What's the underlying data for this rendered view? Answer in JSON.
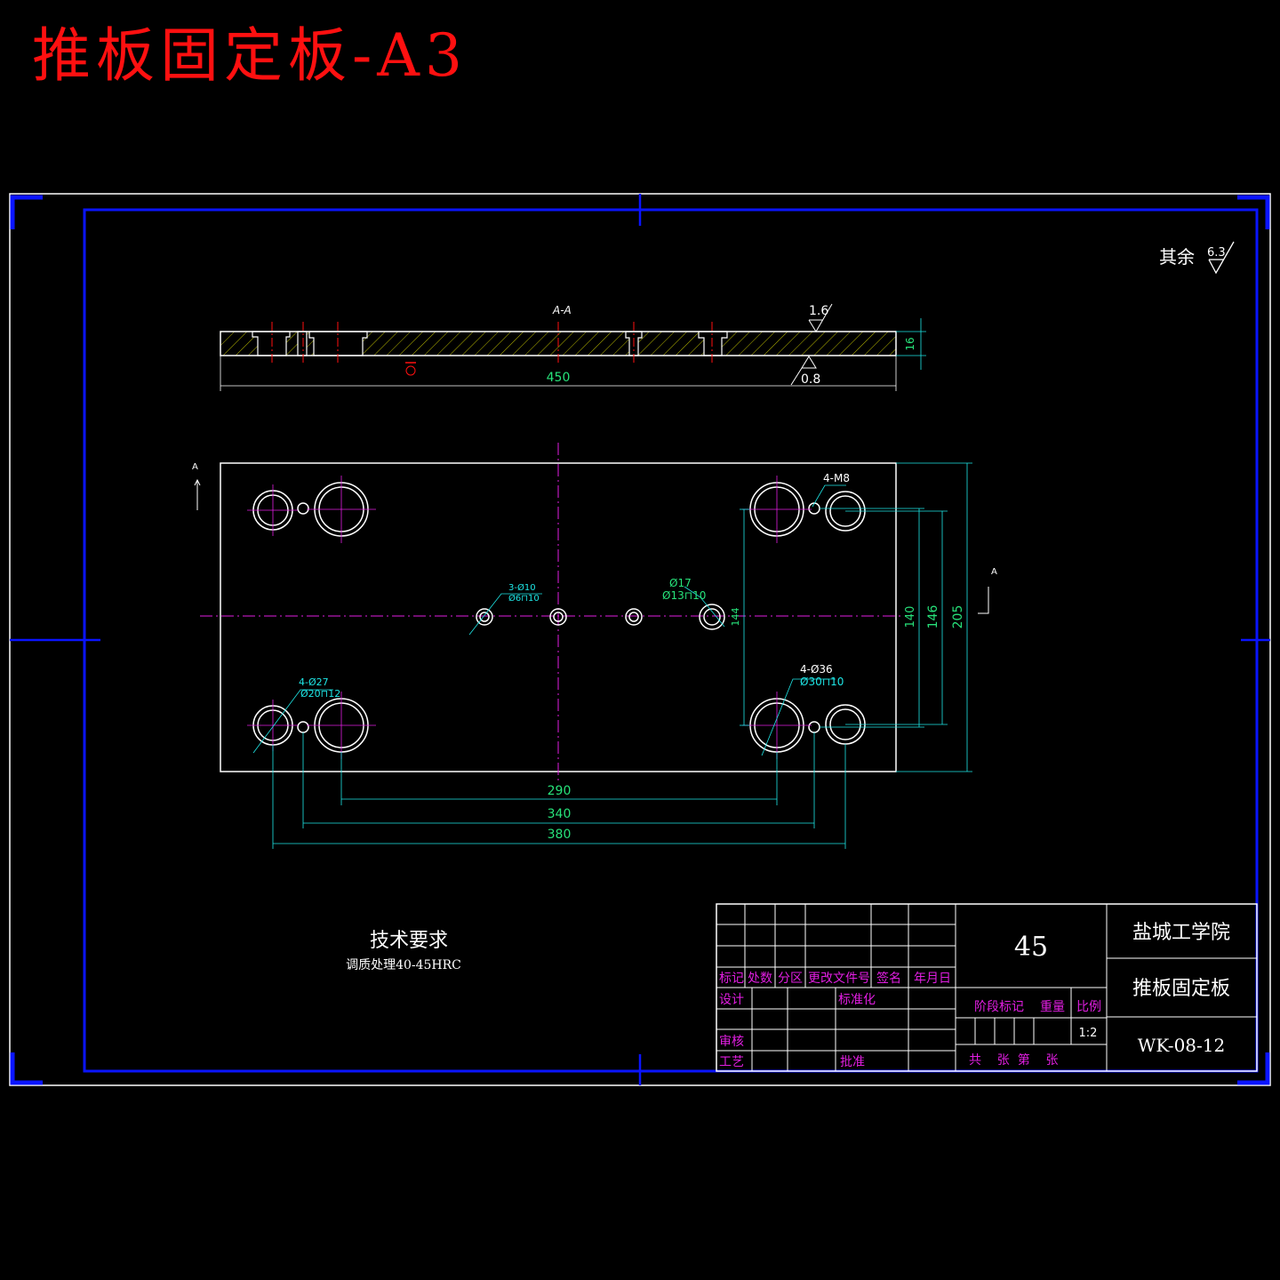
{
  "title": "推板固定板-A3",
  "roughness_general": {
    "label": "其余",
    "value": "6.3"
  },
  "section_view": {
    "label": "A-A",
    "roughness_top": "1.6",
    "roughness_bottom": "0.8",
    "length_dim": "450",
    "thickness_dim": "16"
  },
  "plan_view": {
    "dims_horizontal": [
      "290",
      "340",
      "380"
    ],
    "dims_vertical": [
      "144",
      "140",
      "146",
      "205"
    ],
    "notes": {
      "m8": "4-M8",
      "bore17": "Ø17",
      "bore17_depth": "Ø13⊓10",
      "small_holes": "3-Ø10",
      "small_holes_depth": "Ø6⊓10",
      "bore27": "4-Ø27",
      "bore27_depth": "Ø20⊓12",
      "bore36": "4-Ø36",
      "bore36_depth": "Ø30⊓10"
    },
    "section_mark": "A"
  },
  "tech_requirements": {
    "heading": "技术要求",
    "line1": "调质处理40-45HRC"
  },
  "title_block": {
    "material": "45",
    "school": "盐城工学院",
    "part_name": "推板固定板",
    "drawing_no": "WK-08-12",
    "scale": "1:2",
    "headers": [
      "标记",
      "处数",
      "分区",
      "更改文件号",
      "签名",
      "年月日"
    ],
    "row_design": "设计",
    "row_standard": "标准化",
    "row_review": "审核",
    "row_process": "工艺",
    "row_approve": "批准",
    "stage_label": "阶段标记",
    "weight_label": "重量",
    "scale_label": "比例",
    "sheet_text": "共    张  第    张"
  },
  "colors": {
    "background": "#000000",
    "outline": "#ffffff",
    "frame": "#0a14ff",
    "dimension": "#27e27a",
    "centerline": "#e21ee2",
    "cyan": "#1ee6e6",
    "red": "#ff1010",
    "hatch": "#b8b800"
  }
}
